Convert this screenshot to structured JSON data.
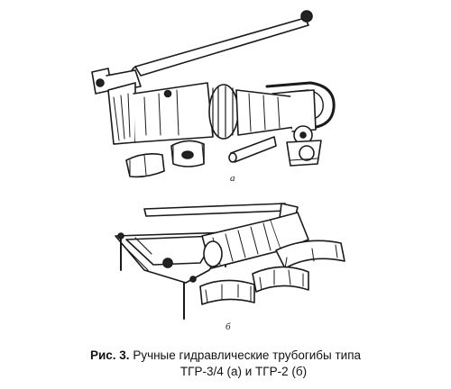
{
  "figure": {
    "label_a": "а",
    "label_b": "б"
  },
  "caption": {
    "number": "Рис. 3.",
    "line1": "Ручные гидравлические трубогибы типа",
    "line2": "ТГР-3/4 (а) и ТГР-2 (б)"
  }
}
